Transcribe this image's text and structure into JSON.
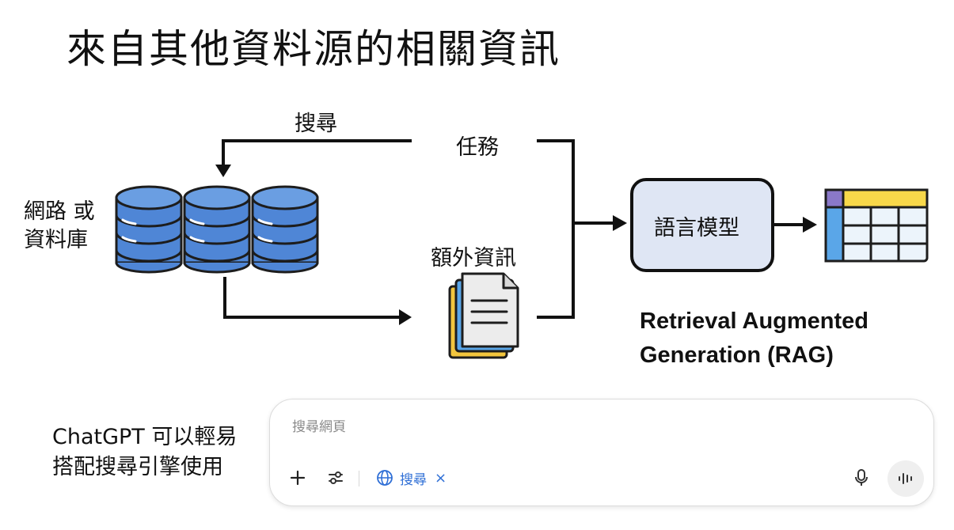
{
  "title": "來自其他資料源的相關資訊",
  "diagram": {
    "search_label": "搜尋",
    "task_label": "任務",
    "database_label_line1": "網路 或",
    "database_label_line2": "資料庫",
    "extra_info_label": "額外資訊",
    "llm_label": "語言模型",
    "rag_line1": "Retrieval Augmented",
    "rag_line2": "Generation (RAG)"
  },
  "caption": {
    "line1": "ChatGPT 可以輕易",
    "line2": "搭配搜尋引擎使用"
  },
  "search_box": {
    "placeholder": "搜尋網頁",
    "chip_label": "搜尋",
    "chip_close": "×"
  },
  "colors": {
    "database_blue": "#4f86d6",
    "database_outline": "#1d1d1d",
    "llm_box_fill": "#dfe6f4",
    "doc_yellow": "#f2c53d",
    "doc_blue": "#5aa6e8",
    "table_header_yellow": "#f8d84a",
    "table_corner_purple": "#8a78c8",
    "table_side_blue": "#5aa6e8",
    "table_cell": "#ecf4fb",
    "chip_blue": "#2f6fd6"
  },
  "icons": [
    "database-icon",
    "document-stack-icon",
    "table-icon",
    "plus-icon",
    "tune-icon",
    "globe-icon",
    "close-icon",
    "mic-icon",
    "voice-wave-icon"
  ]
}
